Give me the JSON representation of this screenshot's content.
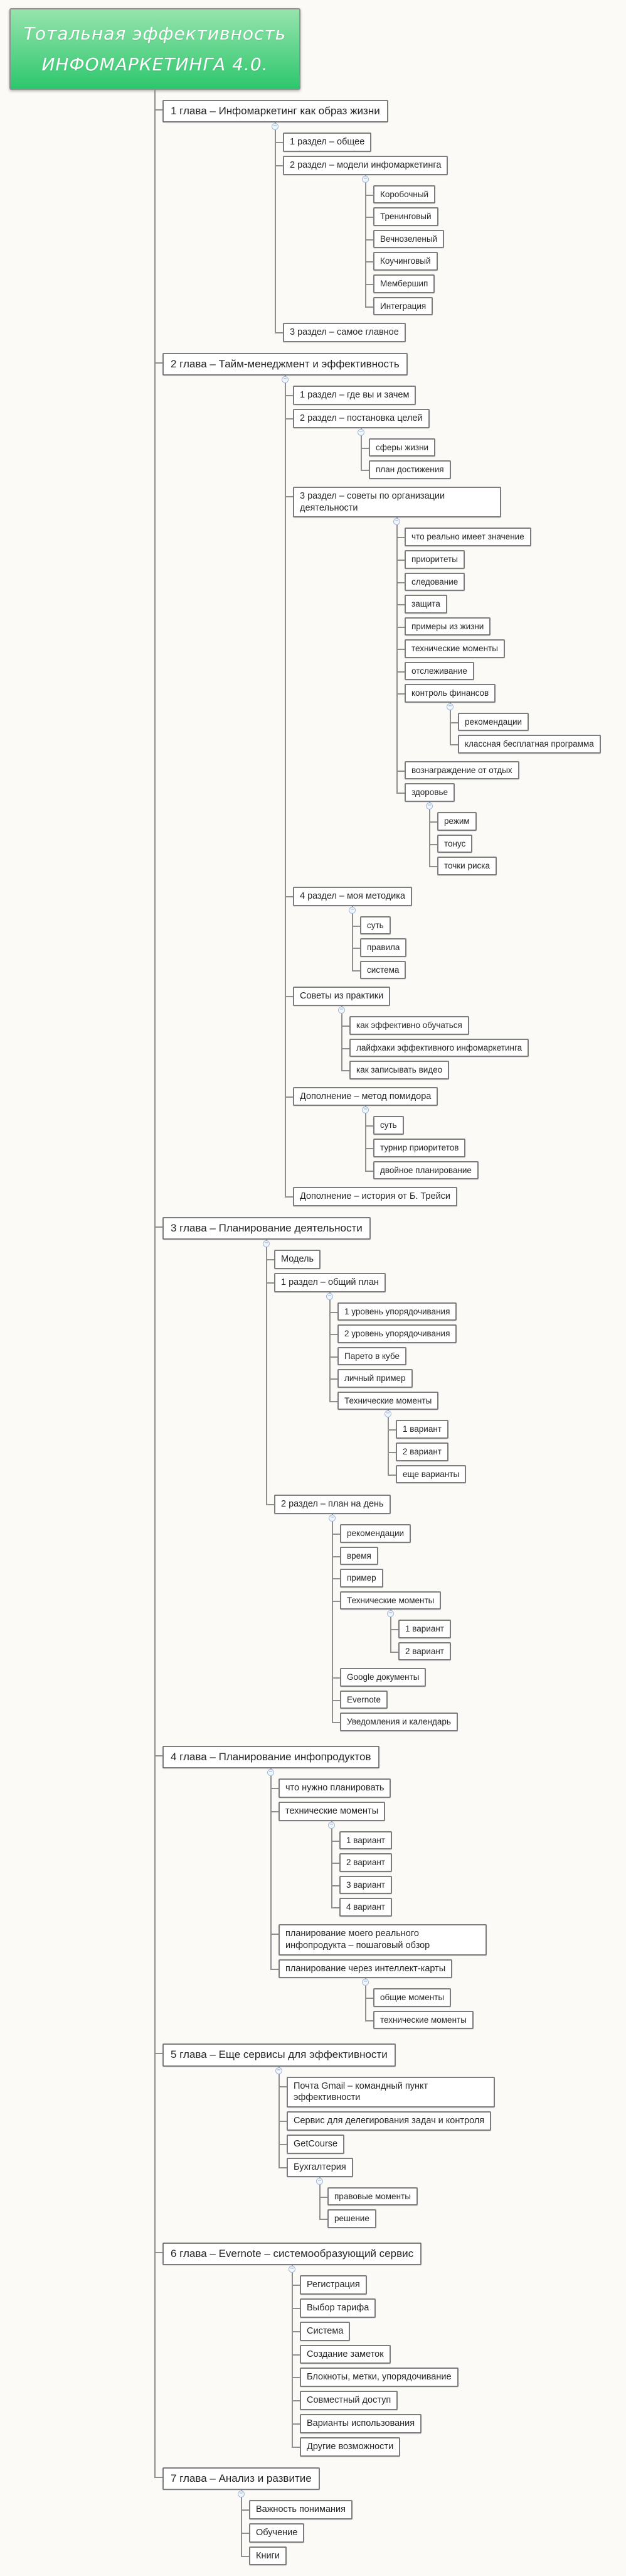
{
  "colors": {
    "root_gradient_top": "#96e4ad",
    "root_gradient_bottom": "#2dc76d",
    "root_text": "#ffffff",
    "node_border": "#7d7d7d",
    "node_background": "#ffffff",
    "node_text": "#262626",
    "connector_line": "#8f8f8f",
    "collapse_icon_border": "#9fb8d8"
  },
  "icons": {
    "collapse_minus": "−"
  },
  "tree": {
    "label": "Тотальная эффективность ИНФОМАРКЕТИНГА 4.0.",
    "children": [
      {
        "label": "1 глава – Инфомаркетинг как образ жизни",
        "children": [
          {
            "label": "1 раздел – общее"
          },
          {
            "label": "2 раздел – модели инфомаркетинга",
            "children": [
              {
                "label": "Коробочный"
              },
              {
                "label": "Тренинговый"
              },
              {
                "label": "Вечнозеленый"
              },
              {
                "label": "Коучинговый"
              },
              {
                "label": "Мембершип"
              },
              {
                "label": "Интеграция"
              }
            ]
          },
          {
            "label": "3 раздел – самое главное"
          }
        ]
      },
      {
        "label": "2 глава – Тайм-менеджмент и эффективность",
        "children": [
          {
            "label": "1 раздел – где вы и зачем"
          },
          {
            "label": "2 раздел – постановка целей",
            "children": [
              {
                "label": "сферы жизни"
              },
              {
                "label": "план достижения"
              }
            ]
          },
          {
            "label": "3 раздел – советы по организации деятельности",
            "children": [
              {
                "label": "что реально имеет значение"
              },
              {
                "label": "приоритеты"
              },
              {
                "label": "следование"
              },
              {
                "label": "защита"
              },
              {
                "label": "примеры из жизни"
              },
              {
                "label": "технические моменты"
              },
              {
                "label": "отслеживание"
              },
              {
                "label": "контроль финансов",
                "children": [
                  {
                    "label": "рекомендации"
                  },
                  {
                    "label": "классная бесплатная программа"
                  }
                ]
              },
              {
                "label": "вознаграждение от отдых"
              },
              {
                "label": "здоровье",
                "children": [
                  {
                    "label": "режим"
                  },
                  {
                    "label": "тонус"
                  },
                  {
                    "label": "точки риска"
                  }
                ]
              }
            ]
          },
          {
            "label": "4 раздел – моя методика",
            "children": [
              {
                "label": "суть"
              },
              {
                "label": "правила"
              },
              {
                "label": "система"
              }
            ]
          },
          {
            "label": "Советы из практики",
            "children": [
              {
                "label": "как эффективно обучаться"
              },
              {
                "label": "лайфхаки эффективного инфомаркетинга"
              },
              {
                "label": "как записывать видео"
              }
            ]
          },
          {
            "label": "Дополнение – метод помидора",
            "children": [
              {
                "label": "суть"
              },
              {
                "label": "турнир приоритетов"
              },
              {
                "label": "двойное планирование"
              }
            ]
          },
          {
            "label": "Дополнение – история от Б. Трейси"
          }
        ]
      },
      {
        "label": "3 глава – Планирование деятельности",
        "children": [
          {
            "label": "Модель"
          },
          {
            "label": "1 раздел – общий план",
            "children": [
              {
                "label": "1 уровень упорядочивания"
              },
              {
                "label": "2 уровень упорядочивания"
              },
              {
                "label": "Парето в кубе"
              },
              {
                "label": "личный пример"
              },
              {
                "label": "Технические моменты",
                "children": [
                  {
                    "label": "1 вариант"
                  },
                  {
                    "label": "2 вариант"
                  },
                  {
                    "label": "еще варианты"
                  }
                ]
              }
            ]
          },
          {
            "label": "2 раздел – план на день",
            "children": [
              {
                "label": "рекомендации"
              },
              {
                "label": "время"
              },
              {
                "label": "пример"
              },
              {
                "label": "Технические моменты",
                "children": [
                  {
                    "label": "1 вариант"
                  },
                  {
                    "label": "2 вариант"
                  }
                ]
              },
              {
                "label": "Google документы"
              },
              {
                "label": "Evernote"
              },
              {
                "label": "Уведомления и календарь"
              }
            ]
          }
        ]
      },
      {
        "label": "4 глава – Планирование инфопродуктов",
        "children": [
          {
            "label": "что нужно планировать"
          },
          {
            "label": "технические моменты",
            "children": [
              {
                "label": "1 вариант"
              },
              {
                "label": "2 вариант"
              },
              {
                "label": "3 вариант"
              },
              {
                "label": "4 вариант"
              }
            ]
          },
          {
            "label": "планирование моего реального инфопродукта – пошаговый обзор"
          },
          {
            "label": "планирование через интеллект-карты",
            "children": [
              {
                "label": "общие моменты"
              },
              {
                "label": "технические моменты"
              }
            ]
          }
        ]
      },
      {
        "label": "5 глава – Еще сервисы для эффективности",
        "children": [
          {
            "label": "Почта Gmail – командный пункт эффективности"
          },
          {
            "label": "Сервис для делегирования задач и контроля"
          },
          {
            "label": "GetCourse"
          },
          {
            "label": "Бухгалтерия",
            "children": [
              {
                "label": "правовые моменты"
              },
              {
                "label": "решение"
              }
            ]
          }
        ]
      },
      {
        "label": "6 глава – Evernote – системообразующий сервис",
        "children": [
          {
            "label": "Регистрация"
          },
          {
            "label": "Выбор тарифа"
          },
          {
            "label": "Система"
          },
          {
            "label": "Создание заметок"
          },
          {
            "label": "Блокноты, метки, упорядочивание"
          },
          {
            "label": "Совместный доступ"
          },
          {
            "label": "Варианты использования"
          },
          {
            "label": "Другие возможности"
          }
        ]
      },
      {
        "label": "7 глава – Анализ и развитие",
        "children": [
          {
            "label": "Важность понимания"
          },
          {
            "label": "Обучение"
          },
          {
            "label": "Книги"
          }
        ]
      }
    ]
  }
}
